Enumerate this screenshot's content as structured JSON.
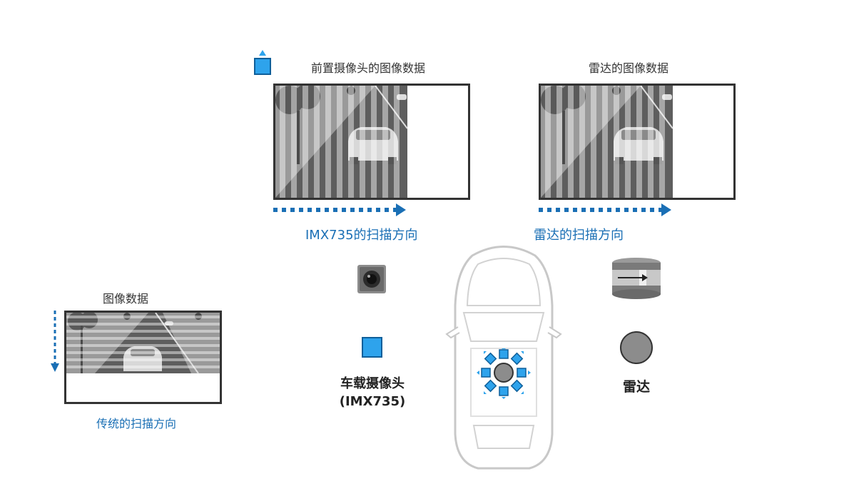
{
  "front_camera": {
    "title": "前置摄像头的图像数据",
    "scan_caption": "IMX735的扫描方向"
  },
  "radar_panel": {
    "title": "雷达的图像数据",
    "scan_caption": "雷达的扫描方向"
  },
  "conventional": {
    "title": "图像数据",
    "scan_caption": "传统的扫描方向"
  },
  "legend": {
    "camera_label_line1": "车载摄像头",
    "camera_label_line2": "(IMX735)",
    "radar_label": "雷达"
  },
  "colors": {
    "accent_blue": "#1a6fb5",
    "sensor_square": "#2ea3ec",
    "frame_border": "#333333",
    "radar_gray": "#8c8c8c"
  }
}
